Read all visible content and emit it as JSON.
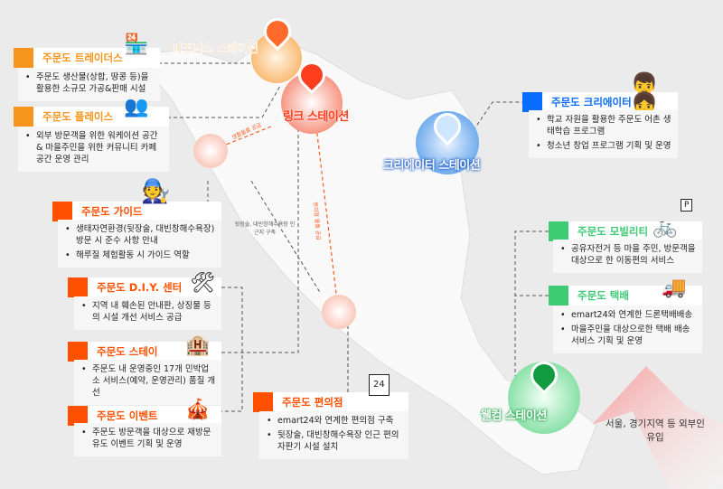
{
  "colors": {
    "orange": "#f7941d",
    "red_orange": "#ff5000",
    "blue": "#0a6cff",
    "green": "#3ecb74",
    "background": "#ebebeb"
  },
  "stations": {
    "business": "비즈니스 스테이션",
    "link": "링크 스테이션",
    "creator": "크리에이터 스테이션",
    "welcome": "웰컴 스테이션"
  },
  "map_labels": {
    "link_to_place": "생활물품 공급",
    "link_to_store": "편의점 물품 공급",
    "store_route": "뒷장술, 대빈창해수욕장 인근지 구축"
  },
  "inflow_text": "서울, 경기지역 등 외부인 유입",
  "cards": {
    "traders": {
      "title": "주문도 트레이더스",
      "icon": "market-stall-icon",
      "items": [
        "주문도 생산물(상합, 땅콩 등)을 활용한 소규모 가공&판매 시설"
      ]
    },
    "place": {
      "title": "주문도 플레이스",
      "icon": "cafe-people-wifi-icon",
      "items": [
        "외부 방문객을 위한 워케이션 공간 & 마을주민을 위한 커뮤니티 카페 공간 운영 관리"
      ]
    },
    "guide": {
      "title": "주문도 가이드",
      "icon": "guide-person-flag-icon",
      "items": [
        "생태자연환경(뒷장술, 대빈창해수욕장) 방문 시 준수 사항 안내",
        "해루질 체험활동 시 가이드 역할"
      ]
    },
    "diy": {
      "title": "주문도 D.I.Y. 센터",
      "icon": "wrench-hammer-icon",
      "items": [
        "지역 내 훼손된 안내판, 상징물 등의 시설 개선 서비스 공급"
      ]
    },
    "stay": {
      "title": "주문도 스테이",
      "icon": "hotel-icon",
      "items": [
        "주문도 내 운영중인 17개 민박업소 서비스(예약, 운영관리) 품질 개선"
      ]
    },
    "event": {
      "title": "주문도 이벤트",
      "icon": "circus-tent-icon",
      "items": [
        "주문도 방문객을 대상으로 재방문 유도 이벤트 기획 및 운영"
      ]
    },
    "store": {
      "title": "주문도 편의점",
      "icon": "store-24-icon",
      "sign": "24",
      "items": [
        "emart24와 연계한 편의점 구축",
        "뒷장술, 대빈창해수욕장 인근 편의 자판기 시설 설치"
      ]
    },
    "creator": {
      "title": "주문도 크리에이터",
      "icon": "children-icon",
      "items": [
        "학교 자원을 활용한 주문도 어촌 생태학습 프로그램",
        "청소년 창업 프로그램 기획 및 운영"
      ]
    },
    "mobility": {
      "title": "주문도 모빌리티",
      "icon": "bike-parking-icon",
      "sign": "P",
      "items": [
        "공유자전거 등 마을 주민, 방문객을 대상으로 한 이동편의 서비스"
      ]
    },
    "delivery": {
      "title": "주문도 택배",
      "icon": "delivery-truck-icon",
      "items": [
        "emart24와 연계한 드론택배배송",
        "마을주민을 대상으로한 택배 배송 서비스 기획 및 운영"
      ]
    }
  }
}
